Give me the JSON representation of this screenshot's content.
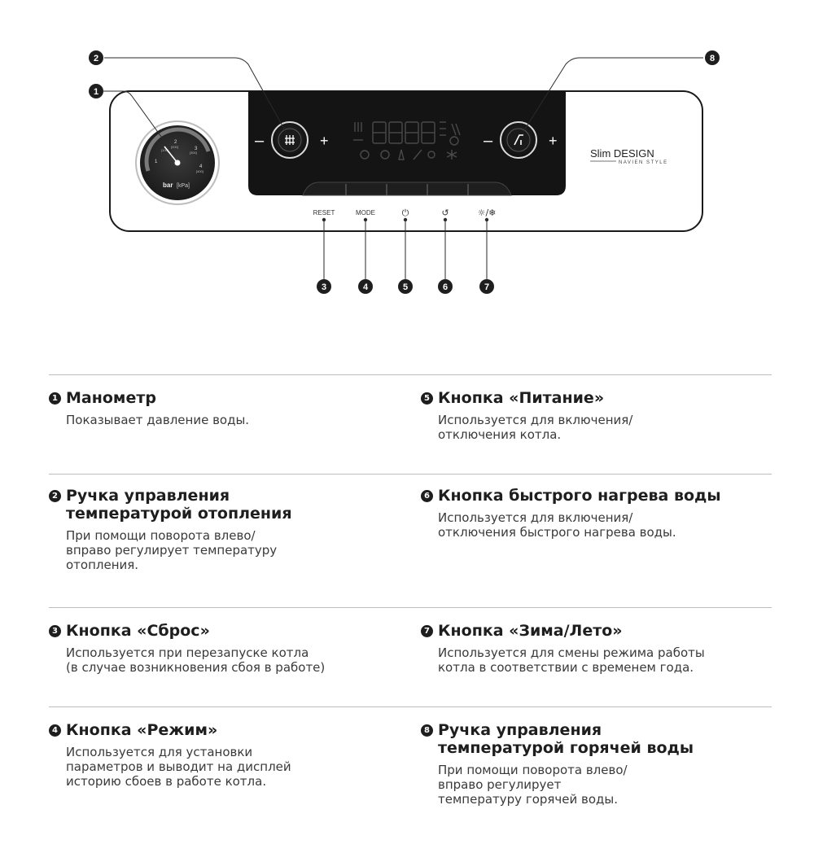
{
  "panel": {
    "gauge_unit": "bar",
    "gauge_unit_sub": "[kPa]",
    "gauge_ticks": [
      {
        "value": "1",
        "unit": "[100]"
      },
      {
        "value": "2",
        "unit": "[200]"
      },
      {
        "value": "3",
        "unit": "[300]"
      },
      {
        "value": "4",
        "unit": "[400]"
      }
    ],
    "knob_minus": "–",
    "knob_plus": "+",
    "button_labels": [
      "RESET",
      "MODE",
      "⏻",
      "↺",
      "☼/❄"
    ],
    "brand_main": "Slim DESIGN",
    "brand_sub": "NAVIEN STYLE"
  },
  "callouts": [
    "1",
    "2",
    "3",
    "4",
    "5",
    "6",
    "7",
    "8"
  ],
  "legend": [
    {
      "num": "1",
      "title": "Манометр",
      "desc": "Показывает давление воды."
    },
    {
      "num": "2",
      "title": "Ручка управления\nтемпературой отопления",
      "desc": "При помощи поворота влево/\nвправо регулирует температуру\nотопления."
    },
    {
      "num": "3",
      "title": "Кнопка «Сброс»",
      "desc": "Используется при перезапуске котла\n(в случае возникновения сбоя в работе)"
    },
    {
      "num": "4",
      "title": "Кнопка «Режим»",
      "desc": "Используется для установки\nпараметров и выводит на дисплей\nисторию сбоев в работе котла."
    },
    {
      "num": "5",
      "title": "Кнопка «Питание»",
      "desc": "Используется для включения/\nотключения котла."
    },
    {
      "num": "6",
      "title": "Кнопка быстрого нагрева воды",
      "desc": "Используется для включения/\nотключения быстрого нагрева воды."
    },
    {
      "num": "7",
      "title": "Кнопка «Зима/Лето»",
      "desc": "Используется для смены режима работы\nкотла в соответствии с временем года."
    },
    {
      "num": "8",
      "title": "Ручка управления\nтемпературой горячей воды",
      "desc": "При помощи поворота влево/\nвправо регулирует\nтемпературу горячей воды."
    }
  ],
  "colors": {
    "panel_dark": "#141414",
    "callout": "#1e1e1e",
    "outline": "#1a1a1a",
    "separator": "#bdbdbd"
  }
}
